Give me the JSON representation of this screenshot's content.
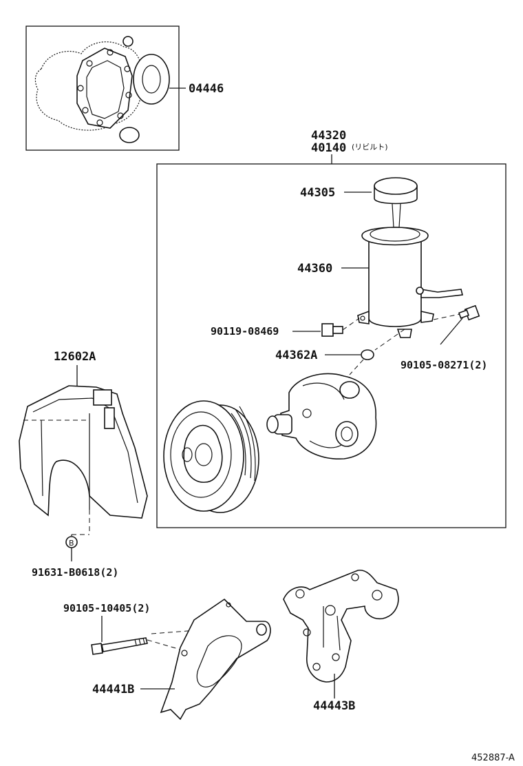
{
  "labels": {
    "gasket_kit": "04446",
    "pump_assy": "44320",
    "pump_rebuilt": "40140",
    "rebuilt_note": "(リビルト)",
    "reservoir_cap": "44305",
    "reservoir": "44360",
    "bolt_left": "90119-08469",
    "o_ring": "44362A",
    "bolt_right": "90105-08271(2)",
    "cover": "12602A",
    "clip": "91631-B0618(2)",
    "clip_marker": "B",
    "long_bolt": "90105-10405(2)",
    "plate_bracket": "44441B",
    "bracket": "44443B",
    "ref_number": "452887-A"
  }
}
